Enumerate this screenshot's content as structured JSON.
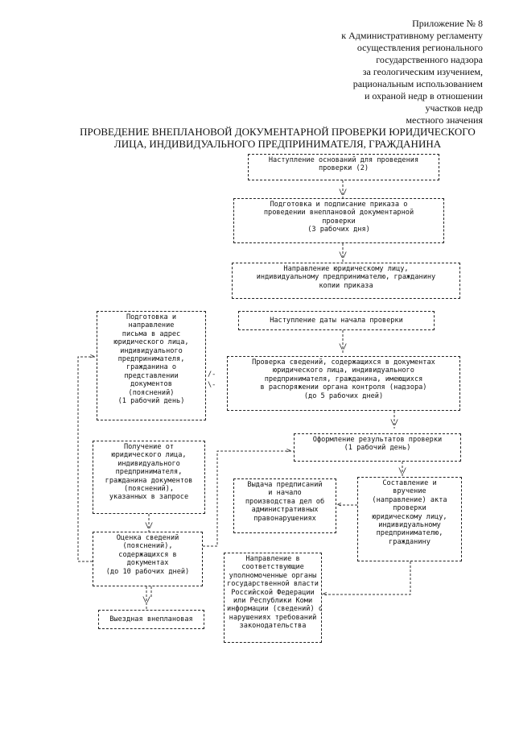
{
  "appendix": {
    "lines": [
      "Приложение № 8",
      "к Административному регламенту",
      "осуществления регионального",
      "государственного надзора",
      "за геологическим изучением,",
      "рациональным использованием",
      "и охраной недр в отношении",
      "участков недр",
      "местного значения"
    ]
  },
  "title": {
    "lines": [
      "ПРОВЕДЕНИЕ ВНЕПЛАНОВОЙ ДОКУМЕНТАРНОЙ ПРОВЕРКИ ЮРИДИЧЕСКОГО",
      "ЛИЦА, ИНДИВИДУАЛЬНОГО ПРЕДПРИНИМАТЕЛЯ, ГРАЖДАНИНА"
    ]
  },
  "steps": {
    "grounds": [
      "Наступление оснований для проведения",
      "проверки (2)"
    ],
    "order": [
      "Подготовка и подписание приказа о",
      "проведении внеплановой документарной",
      "проверки",
      "(3 рабочих дня)"
    ],
    "send_order": [
      "Направление юридическому лицу,",
      "индивидуальному предпринимателю, гражданину",
      "копии приказа"
    ],
    "start_date": [
      "Наступление даты начала проверки"
    ],
    "check_info": [
      "Проверка сведений, содержащихся в документах",
      "юридического лица, индивидуального",
      "предпринимателя, гражданина, имеющихся",
      "в распоряжении органа контроля (надзора)",
      "(до 5 рабочих дней)"
    ],
    "letter": [
      "Подготовка и",
      "направление",
      "письма в адрес",
      "юридического лица,",
      "индивидуального",
      "предпринимателя,",
      "гражданина о",
      "представлении",
      "документов",
      "(пояснений)",
      "(1 рабочий день)"
    ],
    "results": [
      "Оформление результатов проверки",
      "(1 рабочий день)"
    ],
    "receive_docs": [
      "Получение от",
      "юридического лица,",
      "индивидуального",
      "предпринимателя,",
      "гражданина документов",
      "(пояснений),",
      "указанных в запросе"
    ],
    "orders_issue": [
      "Выдача предписаний",
      "и начало",
      "производства дел об",
      "административных",
      "правонарушениях"
    ],
    "act": [
      "Составление и",
      "вручение",
      "(направление) акта",
      "проверки",
      "юридическому лицу,",
      "индивидуальному",
      "предпринимателю,",
      "гражданину"
    ],
    "evaluate": [
      "Оценка сведений",
      "(пояснений),",
      "содержащихся в",
      "документах",
      "(до 10 рабочих дней)"
    ],
    "authorities": [
      "Направление в",
      "соответствующие",
      "уполномоченные органы",
      "государственной власти",
      "Российской Федерации",
      "или Республики Коми",
      "информации (сведений) о",
      "нарушениях требований",
      "законодательства"
    ],
    "onsite": [
      "Выездная внеплановая"
    ]
  },
  "arrows": {
    "down": "\\/",
    "left": "<",
    "right": ">",
    "bidir_top": "/-",
    "bidir_bottom": "\\-"
  }
}
